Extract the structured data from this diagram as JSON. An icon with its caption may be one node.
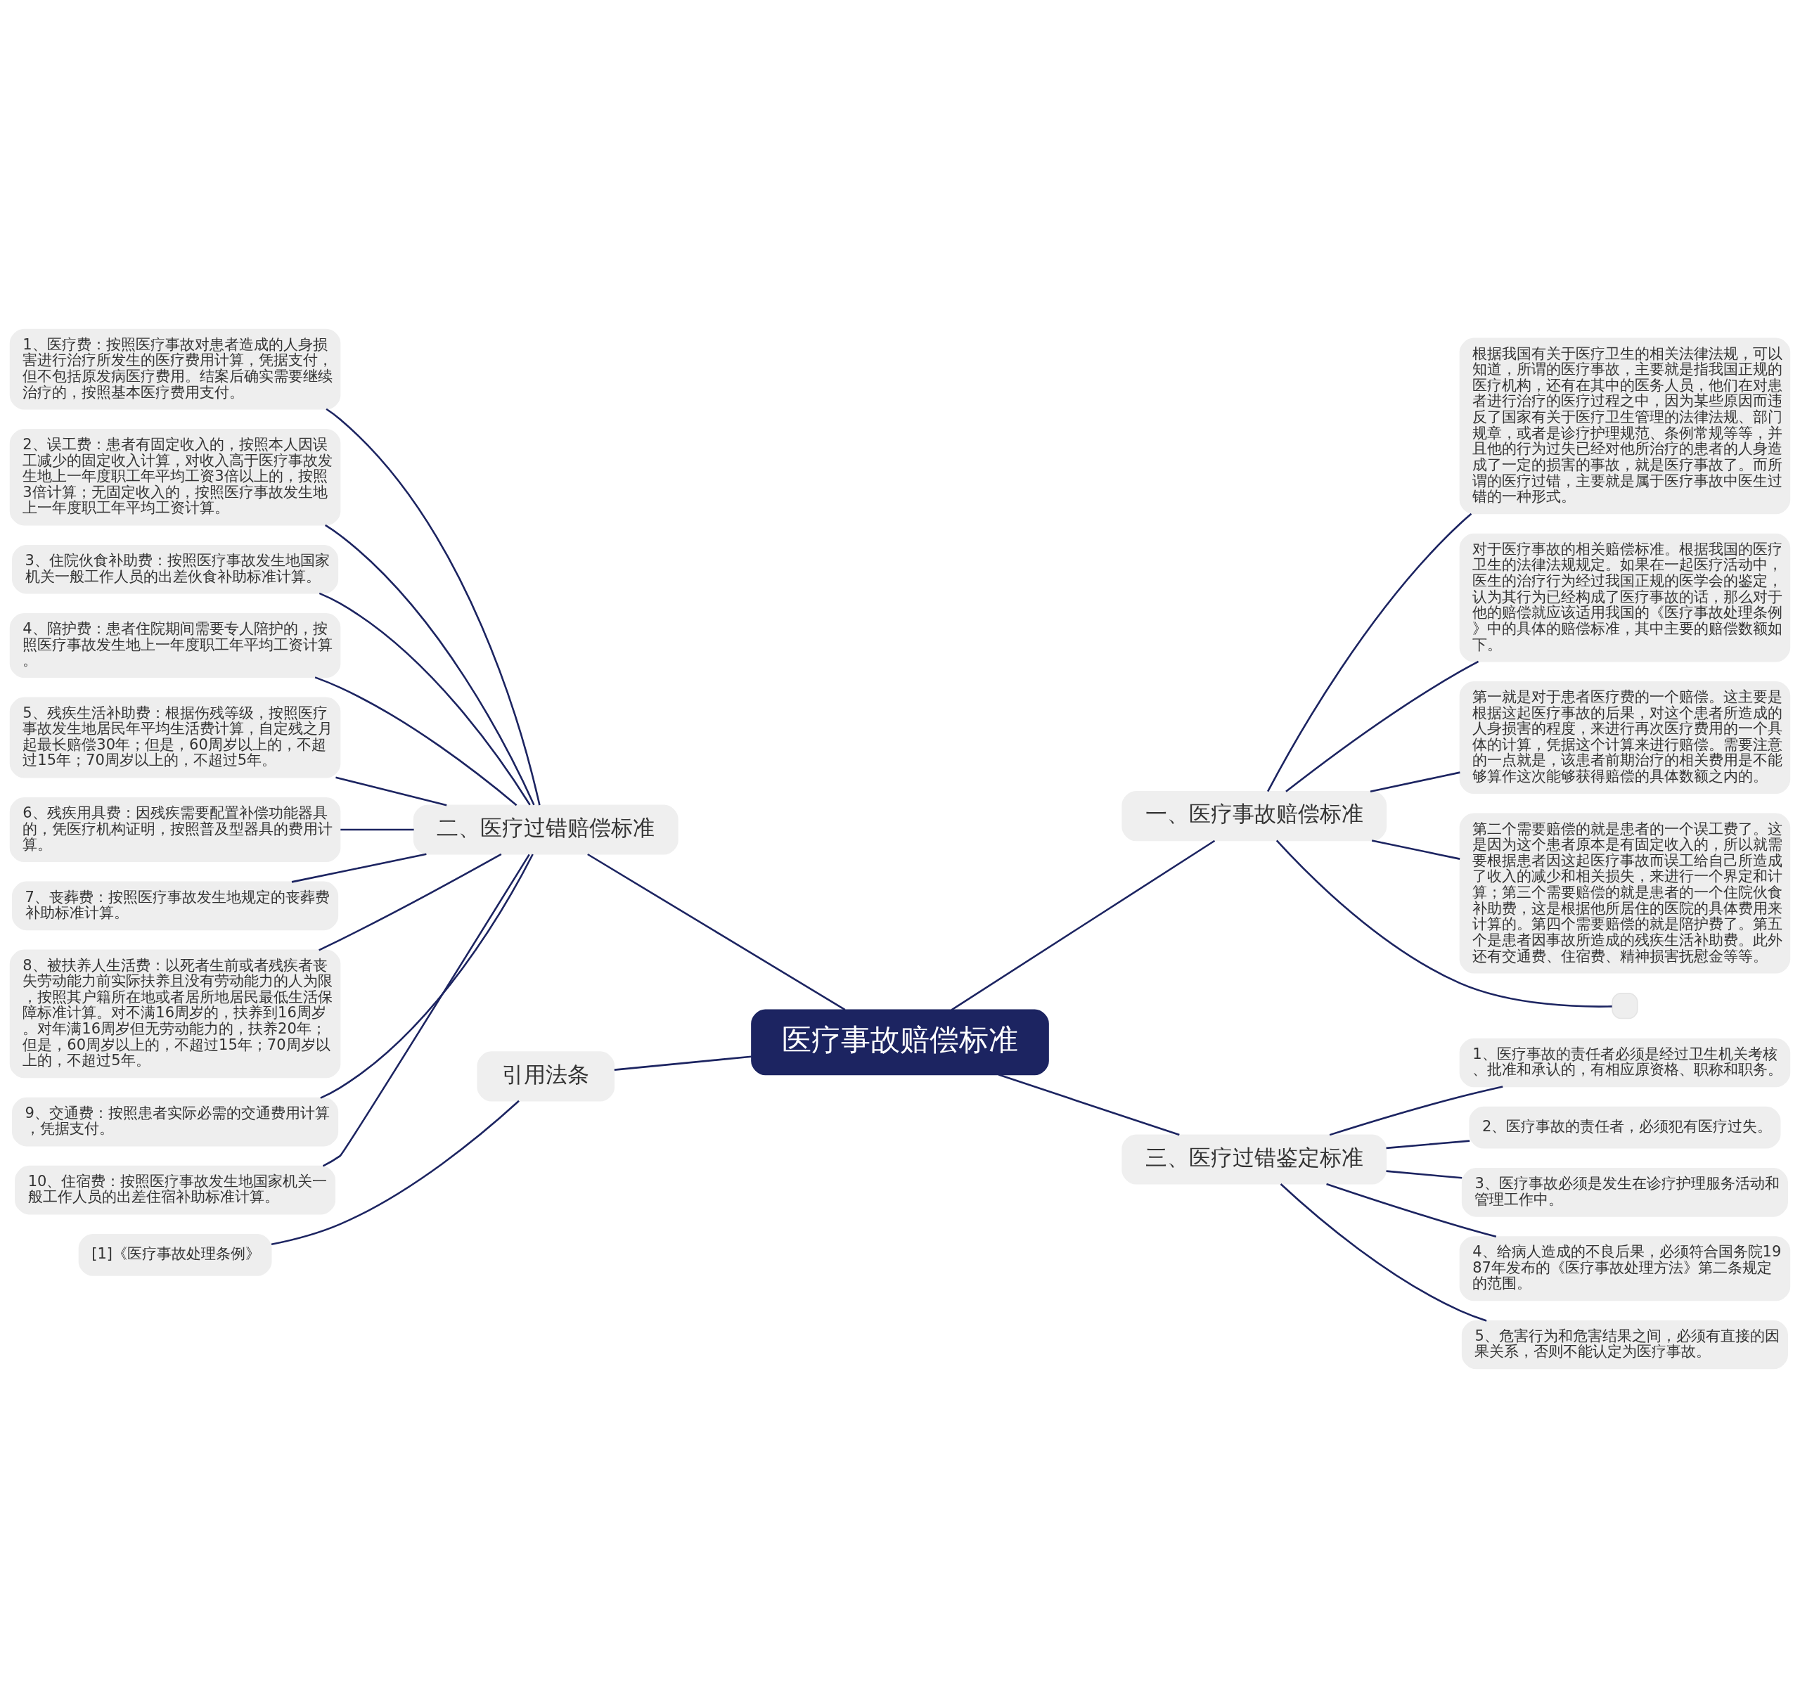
{
  "diagram": {
    "nodes": [
      {
        "text": [
          "医疗事故赔偿标准"
        ]
      },
      {
        "text": [
          "一、医疗事故赔偿标准"
        ]
      },
      {
        "text": [
          "根据我国有关于医疗卫生的相关法律法规，可以知道，所谓的医疗事故，主要就是指我国正规的医疗机构，还有在其中的医务人员，他们在对患者进行治疗的医疗过程之中，因为某些原因而违反了国家有关于医疗卫生管理的法律法规、部门规章，或者是诊疗护理规范、条例常规等等，并且他的行为过失已经对他所治疗的患者的人身造成了一定的损害的事故，就是医疗事故了。而所谓的医疗过错，主要就是属于医疗事故中医生过错的一种形式。"
        ]
      },
      {
        "text": [
          "对于医疗事故的相关赔偿标准。根据我国的医疗卫生的法律法规规定。如果在一起医疗活动中，医生的治疗行为经过我国正规的医学会的鉴定，认为其行为已经构成了医疗事故的话，那么对于他的赔偿就应该适用我国的《医疗事故处理条例》中的具体的赔偿标准，其中主要的赔偿数额如下。"
        ]
      },
      {
        "text": [
          "第一就是对于患者医疗费的一个赔偿。这主要是根据这起医疗事故的后果，对这个患者所造成的人身损害的程度，来进行再次医疗费用的一个具体的计算，凭据这个计算来进行赔偿。需要注意的一点就是，该患者前期治疗的相关费用是不能够算作这次能够获得赔偿的具体数额之内的。"
        ]
      },
      {
        "text": [
          "第二个需要赔偿的就是患者的一个误工费了。这是因为这个患者原本是有固定收入的，所以就需要根据患者因这起医疗事故而误工给自己所造成了收入的减少和相关损失，来进行一个界定和计算；第三个需要赔偿的就是患者的一个住院伙食补助费，这是根据他所居住的医院的具体费用来计算的。第四个需要赔偿的就是陪护费了。第五个是患者因事故所造成的残疾生活补助费。此外还有交通费、住宿费、精神损害抚慰金等等。"
        ]
      },
      {
        "text": [],
        "shape": "box"
      },
      {
        "text": [
          "二、医疗过错赔偿标准"
        ]
      },
      {
        "text": [
          "1、医疗费：按照医疗事故对患者造成的人身损害进行治疗所发生的医疗费用计算，凭据支付，但不包括原发病医疗费用。结案后确实需要继续治疗的，按照基本医疗费用支付。"
        ]
      },
      {
        "text": [
          "2、误工费：患者有固定收入的，按照本人因误工减少的固定收入计算，对收入高于医疗事故发生地上一年度职工年平均工资3倍以上的，按照3倍计算；无固定收入的，按照医疗事故发生地上一年度职工年平均工资计算。"
        ]
      },
      {
        "text": [
          "3、住院伙食补助费：按照医疗事故发生地国家机关一般工作人员的出差伙食补助标准计算。"
        ]
      },
      {
        "text": [
          "4、陪护费：患者住院期间需要专人陪护的，按照医疗事故发生地上一年度职工年平均工资计算。"
        ]
      },
      {
        "text": [
          "5、残疾生活补助费：根据伤残等级，按照医疗事故发生地居民年平均生活费计算，自定残之月起最长赔偿30年；但是，60周岁以上的，不超过15年；70周岁以上的，不超过5年。"
        ]
      },
      {
        "text": [
          "6、残疾用具费：因残疾需要配置补偿功能器具的，凭医疗机构证明，按照普及型器具的费用计算。"
        ]
      },
      {
        "text": [
          "7、丧葬费：按照医疗事故发生地规定的丧葬费补助标准计算。"
        ]
      },
      {
        "text": [
          "8、被扶养人生活费：以死者生前或者残疾者丧失劳动能力前实际扶养且没有劳动能力的人为限，按照其户籍所在地或者居所地居民最低生活保障标准计算。对不满16周岁的，扶养到16周岁。对年满16周岁但无劳动能力的，扶养20年；但是，60周岁以上的，不超过15年；70周岁以上的，不超过5年。"
        ]
      },
      {
        "text": [
          "9、交通费：按照患者实际必需的交通费用计算，凭据支付。"
        ]
      },
      {
        "text": [
          "10、住宿费：按照医疗事故发生地国家机关一般工作人员的出差住宿补助标准计算。"
        ]
      },
      {
        "text": [
          "三、医疗过错鉴定标准"
        ]
      },
      {
        "text": [
          "1、医疗事故的责任者必须是经过卫生机关考核、批准和承认的，有相应原资格、职称和职务。"
        ]
      },
      {
        "text": [
          "2、医疗事故的责任者，必须犯有医疗过失。"
        ]
      },
      {
        "text": [
          "3、医疗事故必须是发生在诊疗护理服务活动和管理工作中。"
        ]
      },
      {
        "text": [
          "4、给病人造成的不良后果，必须符合国务院1987年发布的《医疗事故处理方法》第二条规定的范围。"
        ]
      },
      {
        "text": [
          "5、危害行为和危害结果之间，必须有直接的因果关系，否则不能认定为医疗事故。"
        ]
      },
      {
        "text": [
          "引用法条"
        ]
      },
      {
        "text": [
          "[1]《医疗事故处理条例》"
        ]
      }
    ],
    "edges": [
      {
        "from": 0,
        "to": 1,
        "arrow": "none"
      },
      {
        "from": 1,
        "to": 2,
        "arrow": "none"
      },
      {
        "from": 1,
        "to": 3,
        "arrow": "none"
      },
      {
        "from": 1,
        "to": 4,
        "arrow": "none"
      },
      {
        "from": 1,
        "to": 5,
        "arrow": "none"
      },
      {
        "from": 1,
        "to": 6,
        "arrow": "none"
      },
      {
        "from": 0,
        "to": 7,
        "arrow": "none"
      },
      {
        "from": 7,
        "to": 8,
        "arrow": "none"
      },
      {
        "from": 7,
        "to": 9,
        "arrow": "none"
      },
      {
        "from": 7,
        "to": 10,
        "arrow": "none"
      },
      {
        "from": 7,
        "to": 11,
        "arrow": "none"
      },
      {
        "from": 7,
        "to": 12,
        "arrow": "none"
      },
      {
        "from": 7,
        "to": 13,
        "arrow": "none"
      },
      {
        "from": 7,
        "to": 14,
        "arrow": "none"
      },
      {
        "from": 7,
        "to": 15,
        "arrow": "none"
      },
      {
        "from": 7,
        "to": 16,
        "arrow": "none"
      },
      {
        "from": 7,
        "to": 17,
        "arrow": "none"
      },
      {
        "from": 0,
        "to": 18,
        "arrow": "none"
      },
      {
        "from": 18,
        "to": 19,
        "arrow": "none"
      },
      {
        "from": 18,
        "to": 20,
        "arrow": "none"
      },
      {
        "from": 18,
        "to": 21,
        "arrow": "none"
      },
      {
        "from": 18,
        "to": 22,
        "arrow": "none"
      },
      {
        "from": 18,
        "to": 23,
        "arrow": "none"
      },
      {
        "from": 0,
        "to": 24,
        "arrow": "none"
      },
      {
        "from": 24,
        "to": 25,
        "arrow": "none"
      }
    ]
  }
}
